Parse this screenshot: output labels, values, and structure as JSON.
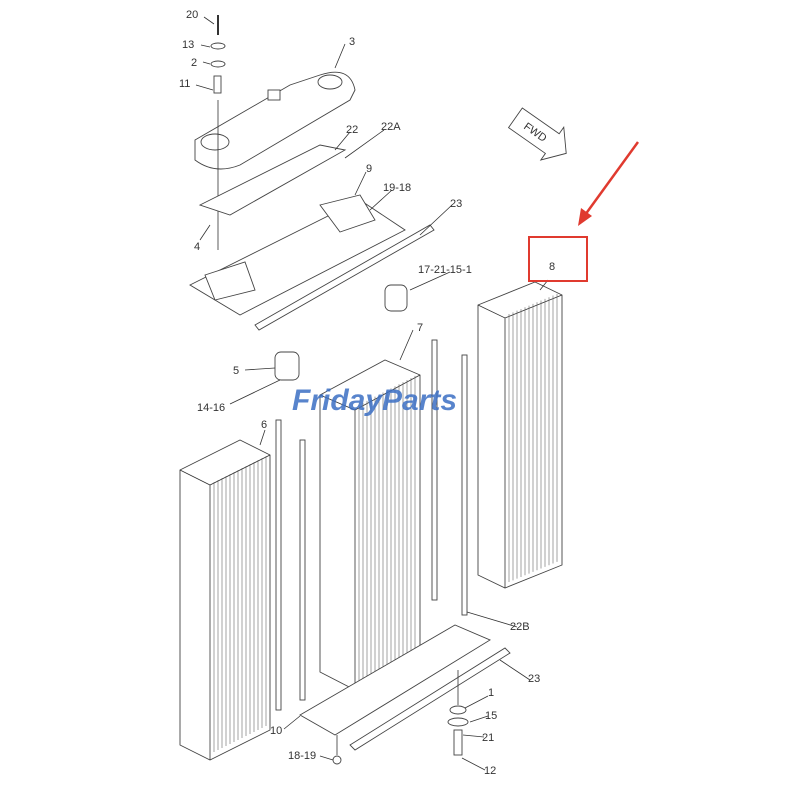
{
  "labels": {
    "p20": "20",
    "p13": "13",
    "p2": "2",
    "p11": "11",
    "p3": "3",
    "p22": "22",
    "p22a": "22A",
    "p9": "9",
    "p19_18": "19-18",
    "p4": "4",
    "p23_top": "23",
    "p17_21_15_1": "17-21-15-1",
    "p8": "8",
    "p7": "7",
    "p5": "5",
    "p14_16": "14-16",
    "p6": "6",
    "p22b": "22B",
    "p23_bottom": "23",
    "p1": "1",
    "p15": "15",
    "p21": "21",
    "p10": "10",
    "p18_19": "18-19",
    "p12": "12"
  },
  "fwd_label": "FWD",
  "watermark": "FridayParts",
  "highlight": {
    "part": "8",
    "color": "#e03a2f"
  },
  "colors": {
    "line": "#333333",
    "watermark": "#3b6fc4",
    "highlight": "#e03a2f"
  }
}
